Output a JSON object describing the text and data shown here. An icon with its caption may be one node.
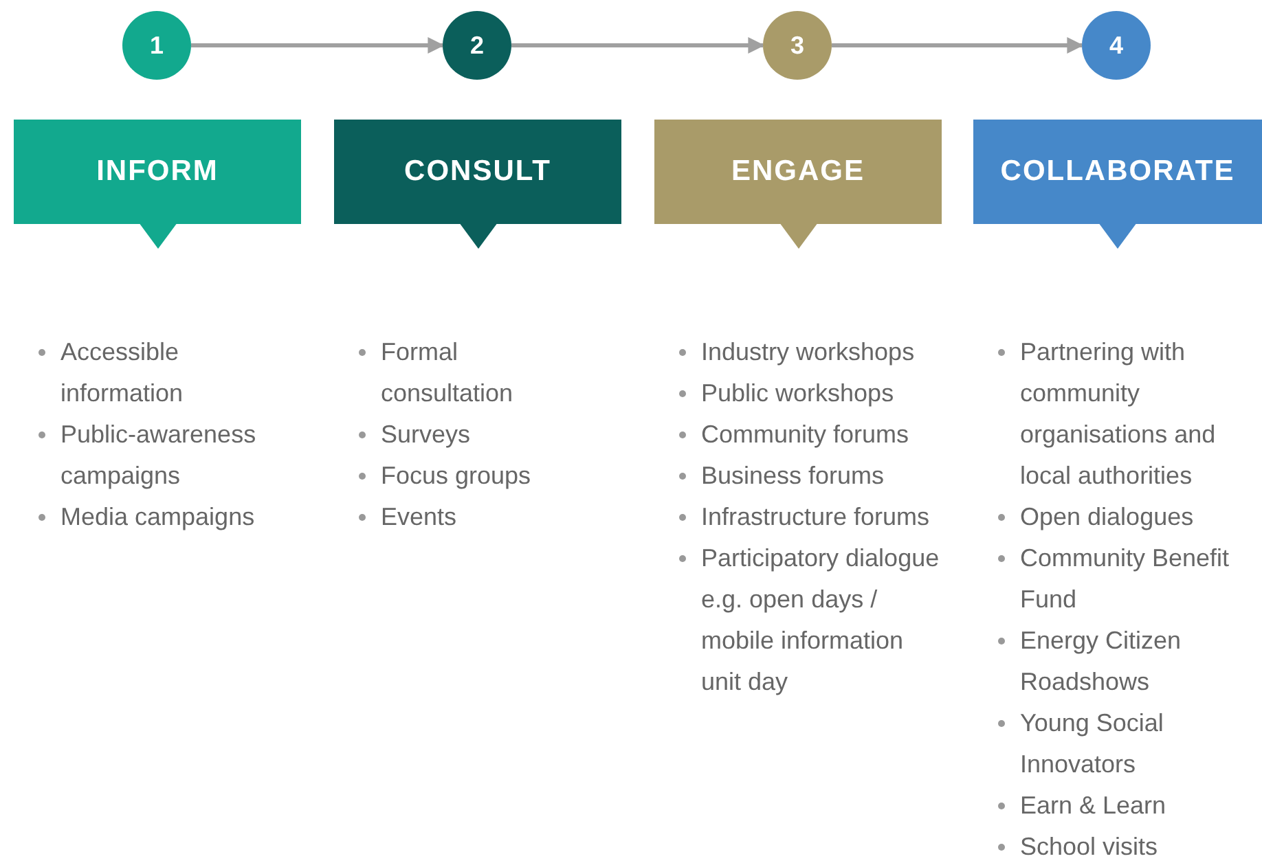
{
  "diagram": {
    "nodes": [
      {
        "text": [
          "1"
        ]
      },
      {
        "text": [
          "2"
        ]
      },
      {
        "text": [
          "3"
        ]
      },
      {
        "text": [
          "4"
        ]
      },
      {
        "text": [
          "INFORM"
        ],
        "beside": [
          "Accessible information",
          "Public-awareness campaigns",
          "Media campaigns"
        ]
      },
      {
        "text": [
          "CONSULT"
        ],
        "beside": [
          "Formal consultation",
          "Surveys",
          "Focus groups",
          "Events"
        ]
      },
      {
        "text": [
          "ENGAGE"
        ],
        "beside": [
          "Industry workshops",
          "Public workshops",
          "Community forums",
          "Business forums",
          "Infrastructure forums",
          "Participatory dialogue e.g. open days / mobile information unit day"
        ]
      },
      {
        "text": [
          "COLLABORATE"
        ],
        "beside": [
          "Partnering with community organisations and local authorities",
          "Open dialogues",
          "Community Benefit Fund",
          "Energy Citizen Roadshows",
          "Young Social Innovators",
          "Earn & Learn",
          "School visits"
        ]
      }
    ],
    "edges": [
      {
        "from": 0,
        "to": 1,
        "arrow": "to"
      },
      {
        "from": 1,
        "to": 2,
        "arrow": "to"
      },
      {
        "from": 2,
        "to": 3,
        "arrow": "to"
      }
    ]
  }
}
